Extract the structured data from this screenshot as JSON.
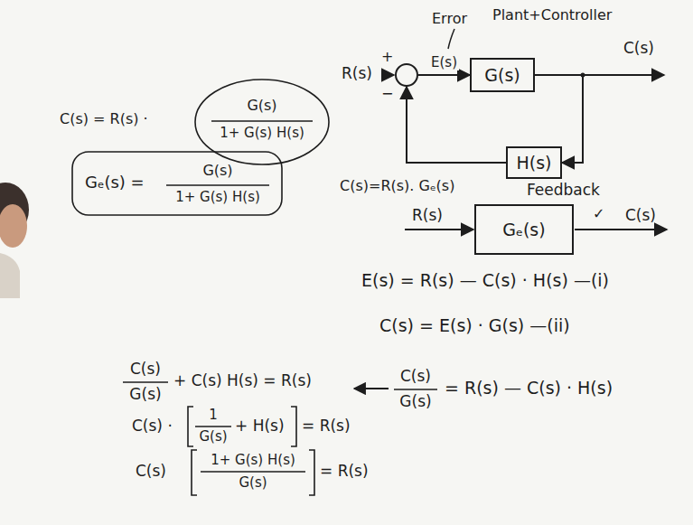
{
  "diagram": {
    "nodes": [
      {
        "text": [
          "+",
          "−"
        ]
      },
      {
        "text": [
          "G(s)"
        ]
      },
      {
        "text": [
          "H(s)"
        ]
      },
      {
        "text": [
          "Gₑ(s)"
        ]
      }
    ],
    "edges": [
      {
        "from": 0,
        "to": 1,
        "arrow": "to",
        "label": "E(s)"
      },
      {
        "from": 1,
        "to": 2,
        "arrow": "to"
      },
      {
        "from": 2,
        "to": 0,
        "arrow": "to"
      }
    ],
    "labels": [
      "Error",
      "Plant+Controller",
      "R(s)",
      "C(s)",
      "Feedback",
      "C(s)=R(s). Gₑ(s)",
      "R(s)",
      "✓",
      "C(s)",
      "C(s) = R(s) ·",
      "G(s)",
      "1+ G(s) H(s)",
      "Gₑ(s) =",
      "G(s)",
      "1+ G(s) H(s)",
      "E(s) = R(s) — C(s) · H(s) —(i)",
      "C(s) = E(s) · G(s) —(ii)",
      "C(s)",
      "G(s)",
      "= R(s) — C(s) · H(s)",
      "C(s)",
      "G(s)",
      "+ C(s) H(s) = R(s)",
      "C(s) ·",
      "1",
      "G(s)",
      "+ H(s)",
      "= R(s)",
      "C(s)",
      "1+ G(s) H(s)",
      "G(s)",
      "= R(s)"
    ]
  }
}
